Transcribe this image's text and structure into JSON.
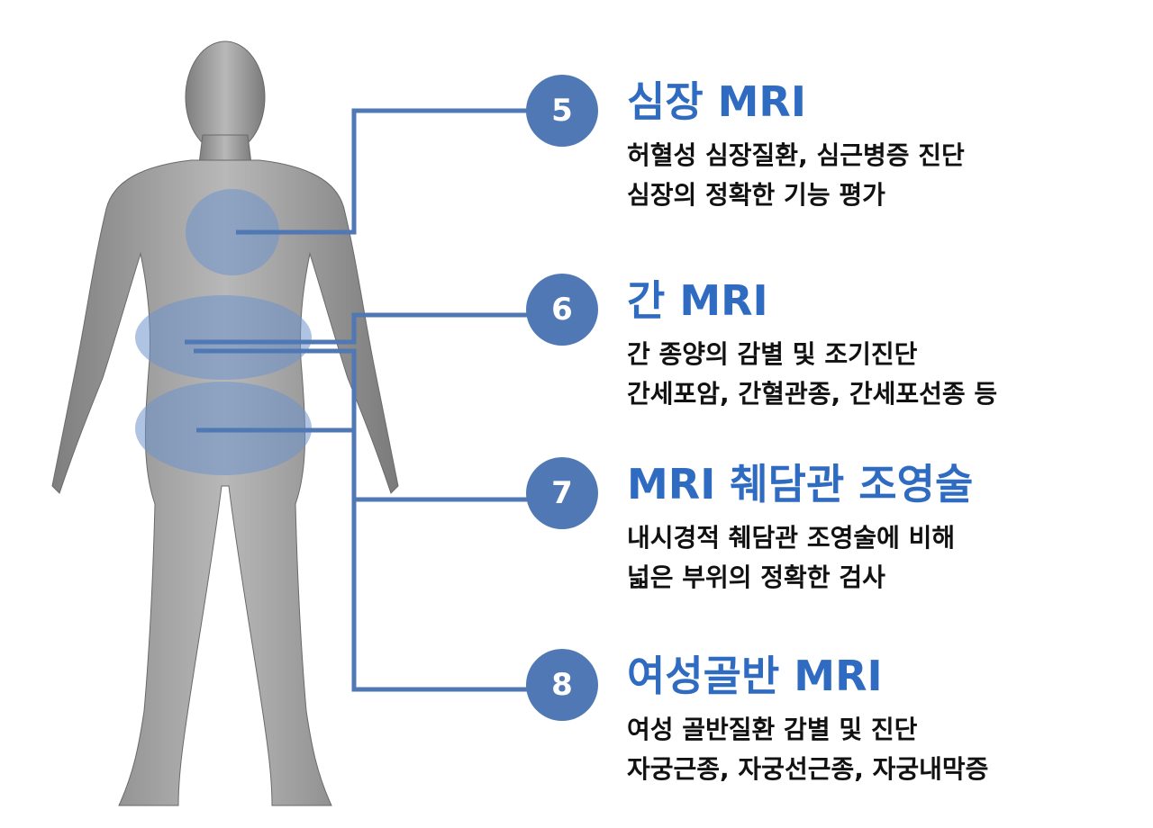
{
  "colors": {
    "accent": "#2f6bc0",
    "badge": "#4f78b4",
    "connector": "#4f78b4",
    "highlight": "#6d92cc",
    "body": "#9a9a9a"
  },
  "items": [
    {
      "number": "5",
      "title": "심장 MRI",
      "lines": [
        "허혈성 심장질환, 심근병증 진단",
        "심장의 정확한 기능 평가"
      ]
    },
    {
      "number": "6",
      "title": "간 MRI",
      "lines": [
        "간 종양의 감별 및 조기진단",
        "간세포암, 간혈관종, 간세포선종 등"
      ]
    },
    {
      "number": "7",
      "title": "MRI 췌담관 조영술",
      "lines": [
        "내시경적 췌담관 조영술에 비해",
        "넓은 부위의 정확한 검사"
      ]
    },
    {
      "number": "8",
      "title": "여성골반 MRI",
      "lines": [
        "여성 골반질환 감별 및 진단",
        "자궁근종, 자궁선근종, 자궁내막증"
      ]
    }
  ]
}
